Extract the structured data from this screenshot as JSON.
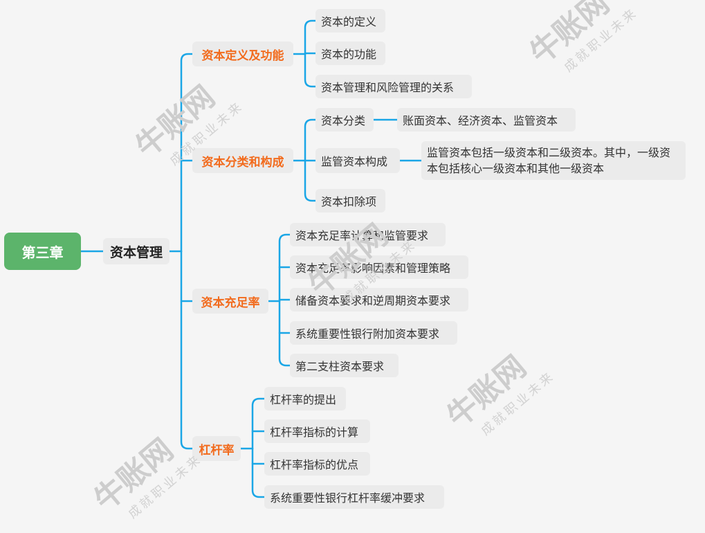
{
  "watermark": {
    "brand": "牛账网",
    "slogan": "成就职业未来"
  },
  "mindmap": {
    "root": "第三章",
    "topic": "资本管理",
    "branches": [
      {
        "label": "资本定义及功能",
        "children": [
          "资本的定义",
          "资本的功能",
          "资本管理和风险管理的关系"
        ]
      },
      {
        "label": "资本分类和构成",
        "children": [
          "资本分类",
          "监管资本构成",
          "资本扣除项"
        ]
      },
      {
        "label": "资本充足率",
        "children": [
          "资本充足率计算和监管要求",
          "资本充足率影响因素和管理策略",
          "储备资本要求和逆周期资本要求",
          "系统重要性银行附加资本要求",
          "第二支柱资本要求"
        ]
      },
      {
        "label": "杠杆率",
        "children": [
          "杠杆率的提出",
          "杠杆率指标的计算",
          "杠杆率指标的优点",
          "系统重要性银行杠杆率缓冲要求"
        ]
      }
    ],
    "details": {
      "capital_classification": "账面资本、经济资本、监管资本",
      "regulatory_capital_composition": "监管资本包括一级资本和二级资本。其中，一级资本包括核心一级资本和其他一级资本"
    }
  },
  "colors": {
    "connector": "#1aa6e6",
    "root_fill": "#5cb46b",
    "branch_text": "#f26b1d",
    "node_fill": "#ebebeb",
    "background": "#f5f5f5",
    "watermark": "#c8c8c8"
  }
}
